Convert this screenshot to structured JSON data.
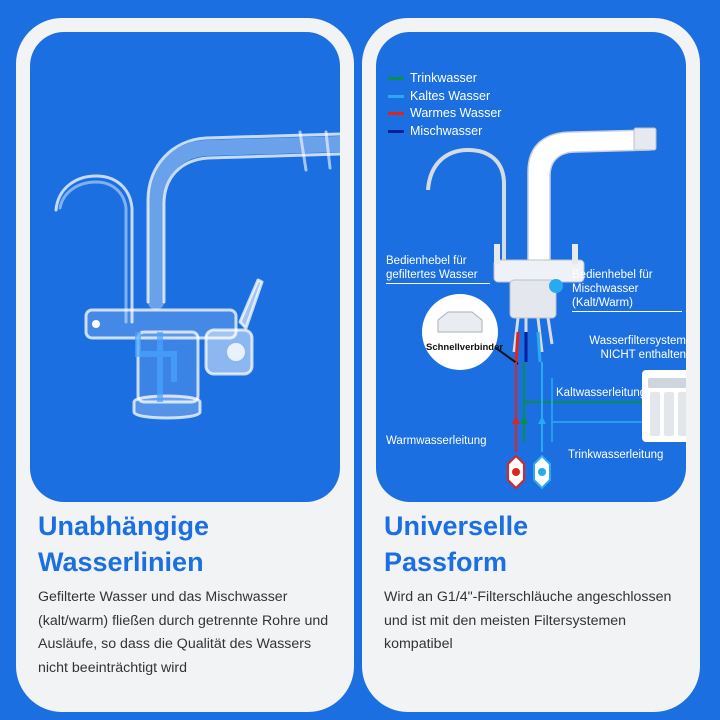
{
  "left_card": {
    "title_line1": "Unabhängige",
    "title_line2": "Wasserlinien",
    "description": "Gefilterte Wasser und das Mischwasser (kalt/warm) fließen durch getrennte Rohre und Ausläufe, so dass die Qualität des Wassers nicht beeinträchtigt wird"
  },
  "right_card": {
    "title_line1": "Universelle",
    "title_line2": "Passform",
    "description": "Wird an G1/4\"-Filterschläuche angeschlossen und ist mit den meisten Filtersystemen kompatibel",
    "legend": [
      {
        "label": "Trinkwasser",
        "color": "#0a8f4a"
      },
      {
        "label": "Kaltes Wasser",
        "color": "#29a9f0"
      },
      {
        "label": "Warmes Wasser",
        "color": "#e0241b"
      },
      {
        "label": "Mischwasser",
        "color": "#0a1f9e"
      }
    ],
    "callouts": {
      "filtered_lever": "Bedienhebel für gefiltertes Wasser",
      "mixed_lever": "Bedienhebel für Mischwasser (Kalt/Warm)",
      "quick_connector": "Schnellverbinder",
      "filter_system": "Wasserfiltersystem NICHT enthalten",
      "cold_line": "Kaltwasserleitung",
      "warm_line": "Warmwasserleitung",
      "drinking_line": "Trinkwasserleitung"
    }
  },
  "colors": {
    "brand_blue": "#1b6fe0",
    "card_bg": "#f2f3f5"
  }
}
